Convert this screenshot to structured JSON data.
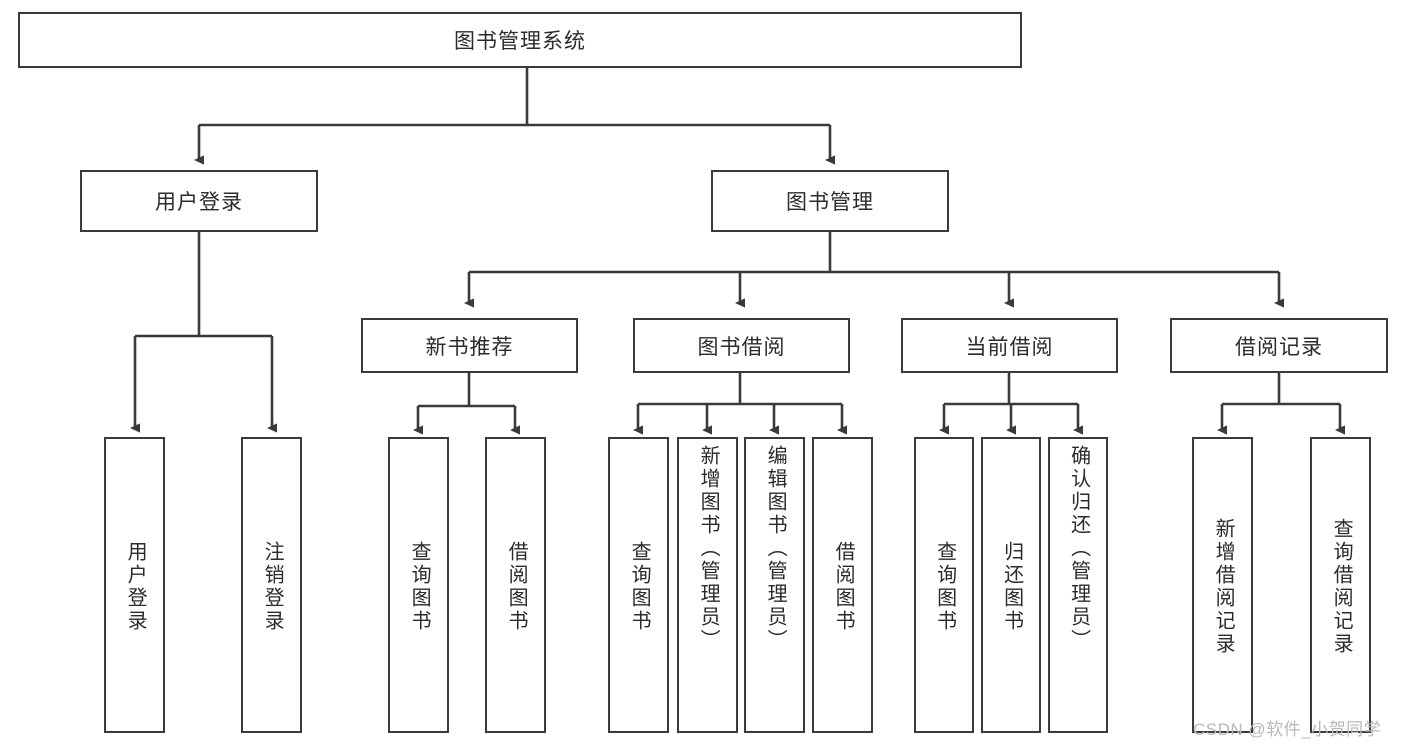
{
  "diagram": {
    "title": "图书管理系统",
    "type": "tree-hierarchy-flowchart",
    "root": {
      "label": "图书管理系统"
    },
    "level2": [
      {
        "label": "用户登录"
      },
      {
        "label": "图书管理"
      }
    ],
    "level3": [
      {
        "label": "新书推荐"
      },
      {
        "label": "图书借阅"
      },
      {
        "label": "当前借阅"
      },
      {
        "label": "借阅记录"
      }
    ],
    "leaves": {
      "user_login": [
        {
          "label": "用户登录"
        },
        {
          "label": "注销登录"
        }
      ],
      "new_book_recommend": [
        {
          "label": "查询图书"
        },
        {
          "label": "借阅图书"
        }
      ],
      "book_borrow": [
        {
          "label": "查询图书"
        },
        {
          "label": "新增图书（管理员）"
        },
        {
          "label": "编辑图书（管理员）"
        },
        {
          "label": "借阅图书"
        }
      ],
      "current_borrow": [
        {
          "label": "查询图书"
        },
        {
          "label": "归还图书"
        },
        {
          "label": "确认归还（管理员）"
        }
      ],
      "borrow_record": [
        {
          "label": "新增借阅记录"
        },
        {
          "label": "查询借阅记录"
        }
      ]
    }
  },
  "watermark": {
    "text": "CSDN @软件_小贺同学"
  },
  "colors": {
    "stroke": "#3a3a3a",
    "fill": "#ffffff",
    "text": "#2b2b2b",
    "watermark": "#b9b9b9"
  }
}
